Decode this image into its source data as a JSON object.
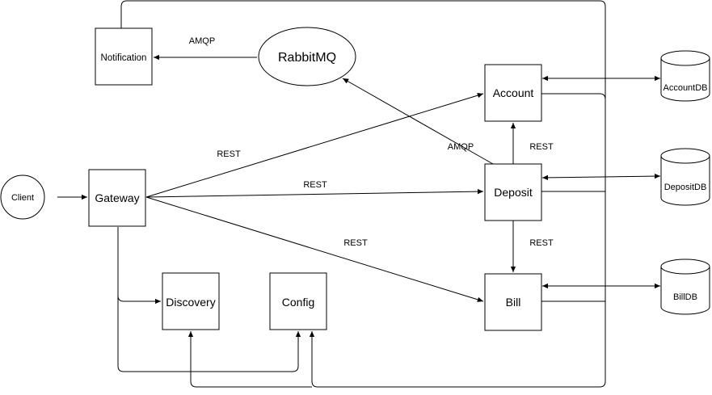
{
  "nodes": {
    "notification": "Notification",
    "rabbitmq": "RabbitMQ",
    "account": "Account",
    "deposit": "Deposit",
    "bill": "Bill",
    "gateway": "Gateway",
    "discovery": "Discovery",
    "config": "Config",
    "client": "Client"
  },
  "databases": {
    "account_db": "AccountDB",
    "deposit_db": "DepositDB",
    "bill_db": "BillDB"
  },
  "edge_labels": {
    "rabbit_to_notification": "AMQP",
    "deposit_to_rabbit": "AMQP",
    "gateway_to_account": "REST",
    "gateway_to_deposit": "REST",
    "gateway_to_bill": "REST",
    "deposit_to_account": "REST",
    "deposit_to_bill": "REST"
  },
  "colors": {
    "stroke": "#000000",
    "fill": "#ffffff"
  }
}
